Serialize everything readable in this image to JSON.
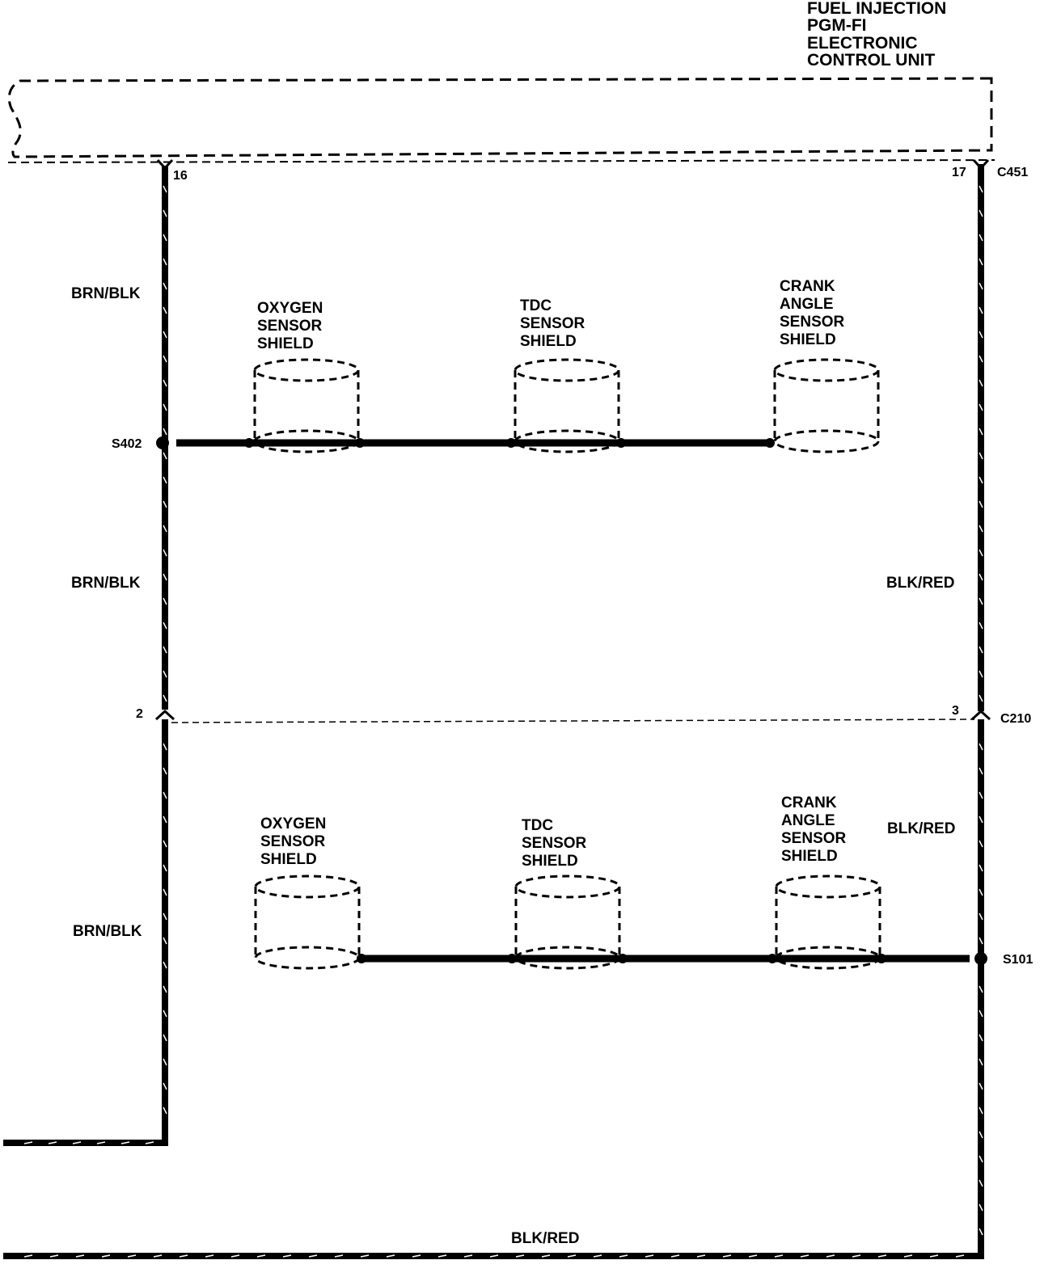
{
  "ecu": {
    "title_lines": [
      "FUEL INJECTION",
      "PGM-FI",
      "ELECTRONIC",
      "CONTROL UNIT"
    ]
  },
  "connectors": {
    "c451": {
      "name": "C451",
      "pin_left": "16",
      "pin_right": "17"
    },
    "c210": {
      "name": "C210",
      "pin_left": "2",
      "pin_right": "3"
    }
  },
  "splices": {
    "s402": "S402",
    "s101": "S101"
  },
  "wires": {
    "left_top_1": "BRN/BLK",
    "left_top_2": "BRN/BLK",
    "right_top": "BLK/RED",
    "left_bottom": "BRN/BLK",
    "right_bottom": "BLK/RED",
    "bottom": "BLK/RED"
  },
  "shields_top": [
    {
      "lines": [
        "OXYGEN",
        "SENSOR",
        "SHIELD"
      ]
    },
    {
      "lines": [
        "TDC",
        "SENSOR",
        "SHIELD"
      ]
    },
    {
      "lines": [
        "CRANK",
        "ANGLE",
        "SENSOR",
        "SHIELD"
      ]
    }
  ],
  "shields_bottom": [
    {
      "lines": [
        "OXYGEN",
        "SENSOR",
        "SHIELD"
      ]
    },
    {
      "lines": [
        "TDC",
        "SENSOR",
        "SHIELD"
      ]
    },
    {
      "lines": [
        "CRANK",
        "ANGLE",
        "SENSOR",
        "SHIELD"
      ]
    }
  ]
}
